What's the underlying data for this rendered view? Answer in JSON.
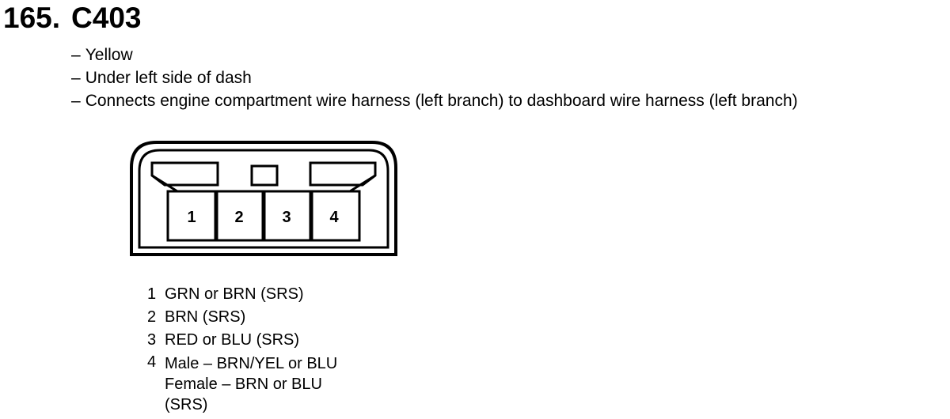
{
  "heading": {
    "number": "165.",
    "code": "C403"
  },
  "bullets": [
    "Yellow",
    "Under left side of dash",
    "Connects engine compartment wire harness (left branch) to dashboard wire harness (left branch)"
  ],
  "bullet_dash": "–",
  "connector": {
    "terminals": [
      "1",
      "2",
      "3",
      "4"
    ]
  },
  "pins": [
    {
      "number": "1",
      "lines": [
        "GRN or BRN (SRS)"
      ]
    },
    {
      "number": "2",
      "lines": [
        "BRN (SRS)"
      ]
    },
    {
      "number": "3",
      "lines": [
        "RED or BLU (SRS)"
      ]
    },
    {
      "number": "4",
      "lines": [
        "Male – BRN/YEL or BLU",
        "Female – BRN or BLU",
        "(SRS)"
      ]
    }
  ]
}
